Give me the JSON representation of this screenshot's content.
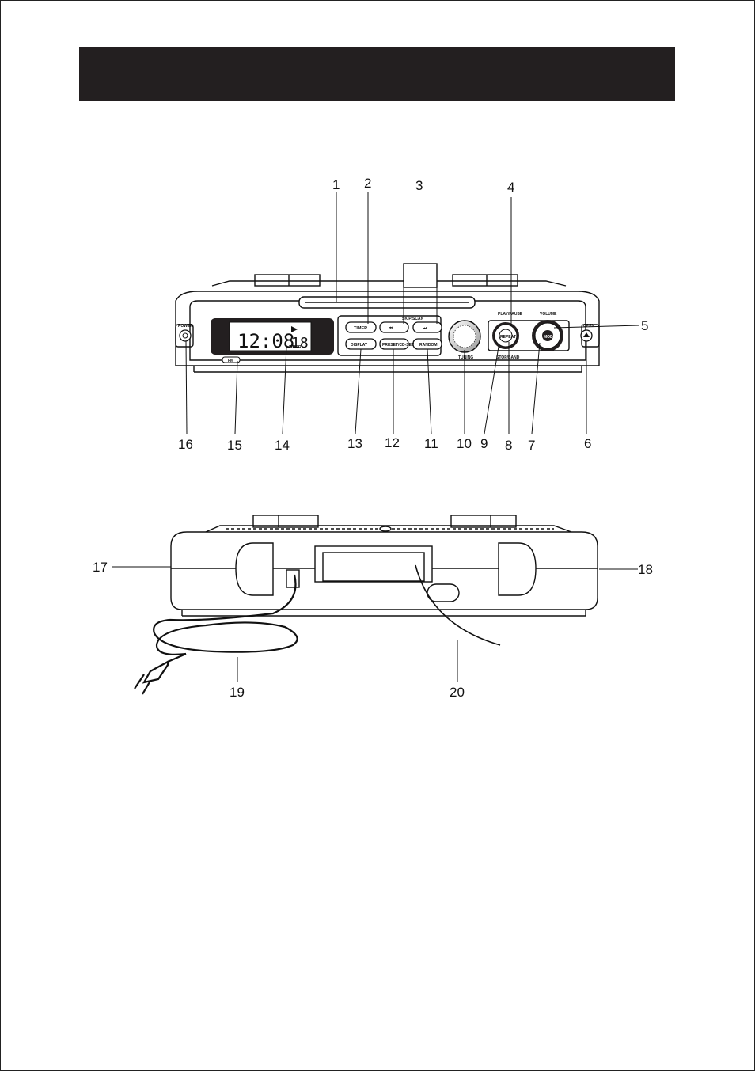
{
  "device_front": {
    "display": {
      "time": "12:08",
      "track": "18",
      "timer_label": "TIMER"
    },
    "labels": {
      "power": "POWER",
      "timer": "TIMER",
      "skip": "SKIP/SCAN",
      "display": "DISPLAY",
      "preset": "PRESET/CD-SET",
      "random": "RANDOM",
      "tuning": "TUNING",
      "play_pause": "PLAY/PAUSE",
      "repeat": "REPEAT",
      "stop_band": "STOP/BAND",
      "volume": "VOLUME",
      "open_close": "OPEN",
      "mode": "MODE",
      "fm": "FM"
    }
  },
  "callouts": [
    "1",
    "2",
    "3",
    "4",
    "5",
    "6",
    "7",
    "8",
    "9",
    "10",
    "11",
    "12",
    "13",
    "14",
    "15",
    "16",
    "17",
    "18",
    "19",
    "20"
  ]
}
